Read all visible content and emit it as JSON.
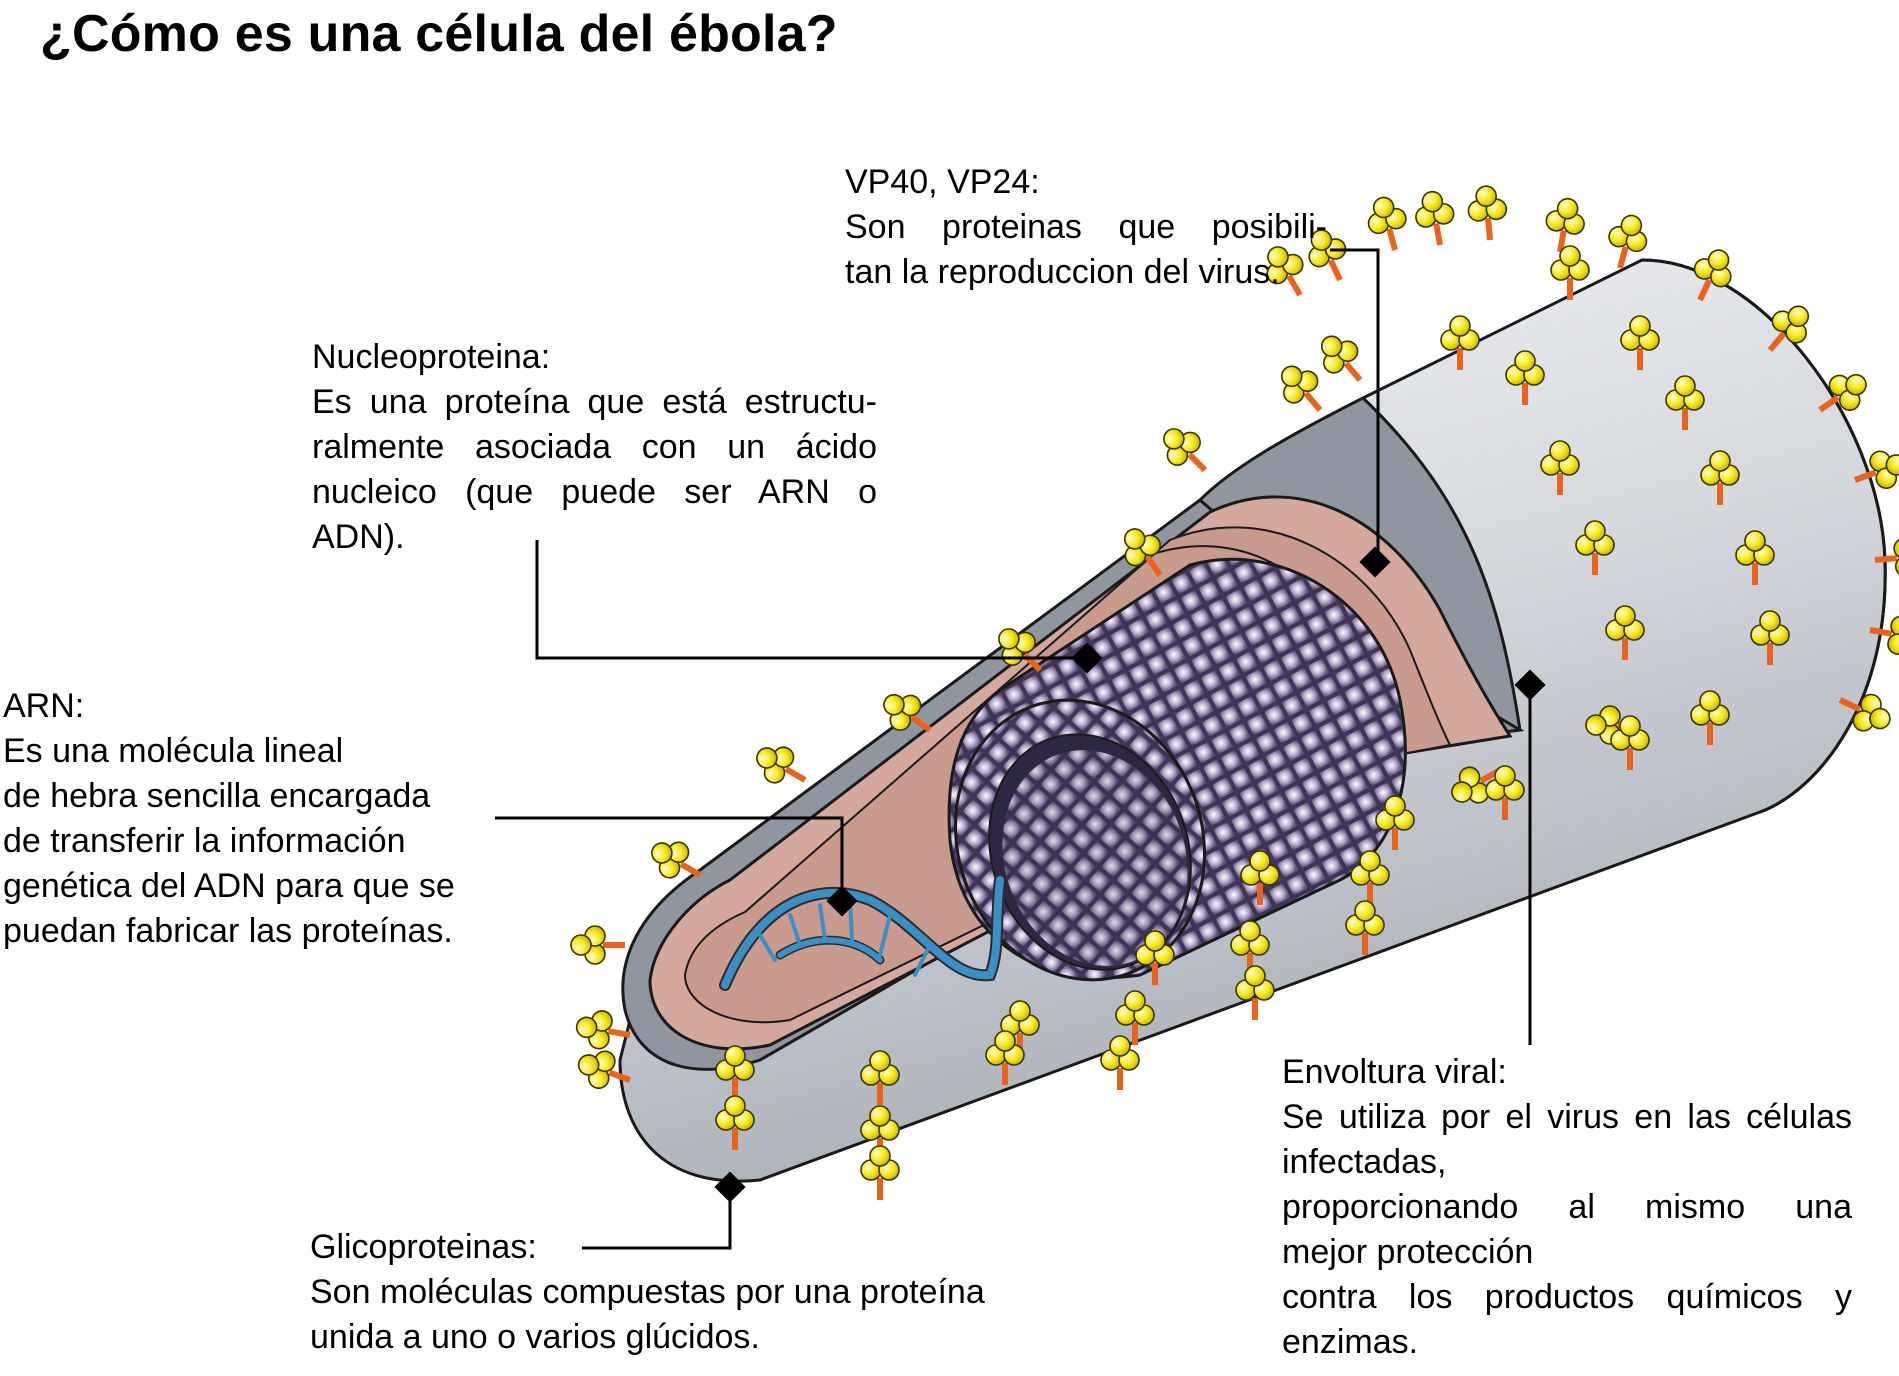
{
  "title": "¿Cómo es una célula del ébola?",
  "labels": {
    "vp": {
      "heading": "VP40, VP24:",
      "lines": [
        "Son proteinas que posibili-",
        "tan la reproduccion del virus."
      ]
    },
    "nucleoproteina": {
      "heading": "Nucleoproteina:",
      "lines": [
        "Es una proteína que está estructu-",
        "ralmente asociada con un ácido",
        "nucleico (que puede ser ARN o",
        "ADN)."
      ]
    },
    "arn": {
      "heading": "ARN:",
      "lines": [
        "Es una molécula lineal",
        "de hebra sencilla encargada",
        "de transferir la información",
        "genética del ADN para que se",
        "puedan fabricar las proteínas."
      ]
    },
    "envoltura": {
      "heading": "Envoltura viral:",
      "lines": [
        "Se utiliza por el virus en las células",
        "infectadas,",
        "proporcionando al mismo una",
        "mejor protección",
        "contra los productos químicos y",
        "enzimas."
      ]
    },
    "glicoproteinas": {
      "heading": "Glicoproteinas:",
      "lines": [
        "Son moléculas compuestas por una proteína",
        "unida a uno o varios glúcidos."
      ]
    }
  },
  "colors": {
    "envelope": "#c9ccd1",
    "membrane": "#d4a89c",
    "nucleocapsid": "#7b6f95",
    "rna": "#3a8fc4",
    "glycoprotein_head": "#f6ea1c",
    "glycoprotein_stalk": "#e8641c"
  }
}
